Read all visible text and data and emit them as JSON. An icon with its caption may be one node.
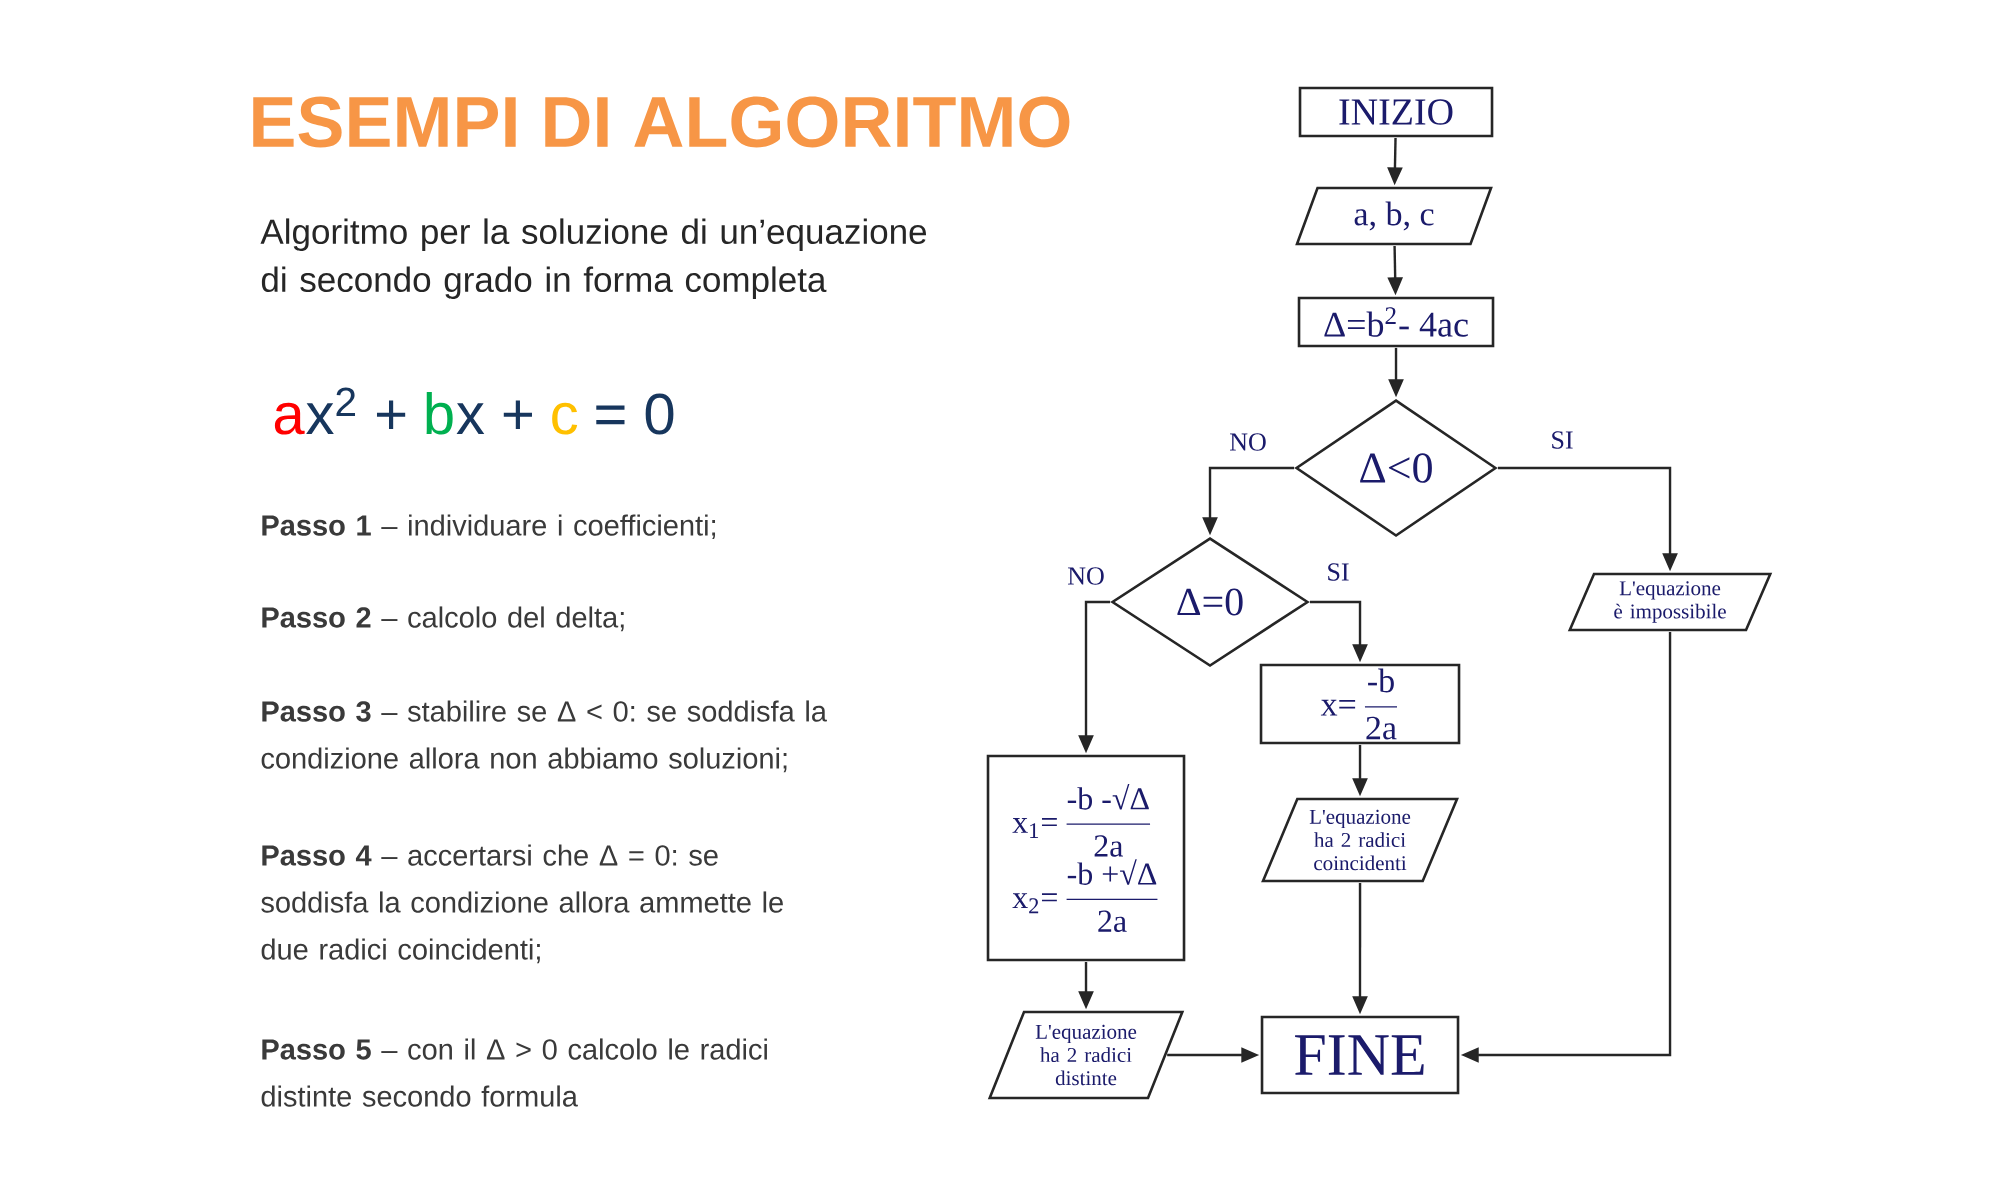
{
  "diagram": {
    "title": "ESEMPI DI ALGORITMO",
    "nodes": [
      {
        "text": [
          "INIZIO"
        ]
      },
      {
        "text": [
          "a, b, c"
        ]
      },
      {
        "text": [
          "Δ=b$^{2}$- 4ac"
        ]
      },
      {
        "text": [
          "Δ<0"
        ]
      },
      {
        "text": [
          "Δ=0"
        ]
      },
      {
        "text": [
          "x=",
          "-b",
          "2a"
        ]
      },
      {
        "text": [
          "x$_{1}$=",
          "-b -√Δ",
          "2a",
          "x$_{2}$=",
          "-b +√Δ",
          "2a"
        ]
      },
      {
        "text": [
          "L'equazione è impossibile"
        ]
      },
      {
        "text": [
          "L'equazione ha 2 radici coincidenti"
        ]
      },
      {
        "text": [
          "L'equazione ha 2 radici distinte"
        ]
      },
      {
        "text": [
          "FINE"
        ]
      }
    ],
    "edges": [
      {
        "from": 0,
        "to": 1,
        "arrow": "to"
      },
      {
        "from": 1,
        "to": 2,
        "arrow": "to"
      },
      {
        "from": 2,
        "to": 3,
        "arrow": "to"
      },
      {
        "from": 3,
        "to": 4,
        "arrow": "to",
        "label": "NO"
      },
      {
        "from": 3,
        "to": 7,
        "arrow": "to",
        "label": "SI"
      },
      {
        "from": 4,
        "to": 6,
        "arrow": "to",
        "label": "NO"
      },
      {
        "from": 4,
        "to": 5,
        "arrow": "to",
        "label": "SI"
      },
      {
        "from": 5,
        "to": 8,
        "arrow": "to"
      },
      {
        "from": 6,
        "to": 9,
        "arrow": "to"
      },
      {
        "from": 8,
        "to": 10,
        "arrow": "to"
      },
      {
        "from": 9,
        "to": 10,
        "arrow": "to"
      },
      {
        "from": 7,
        "to": 10,
        "arrow": "to"
      }
    ],
    "labels": [
      "Algoritmo per la soluzione di un’equazione di secondo grado in forma completa",
      "a",
      "x$^{2}$ +",
      "b",
      "x +",
      "c",
      "= 0",
      "**Passo 1** – individuare i coefficienti;",
      "**Passo 2** – calcolo del delta;",
      "**Passo 3** – stabilire se Δ < 0: se soddisfa la condizione allora non abbiamo soluzioni;",
      "**Passo 4** – accertarsi che Δ = 0: se soddisfa la condizione allora ammette le due radici coincidenti;",
      "**Passo 5** – con il Δ > 0 calcolo le radici distinte secondo formula"
    ]
  }
}
